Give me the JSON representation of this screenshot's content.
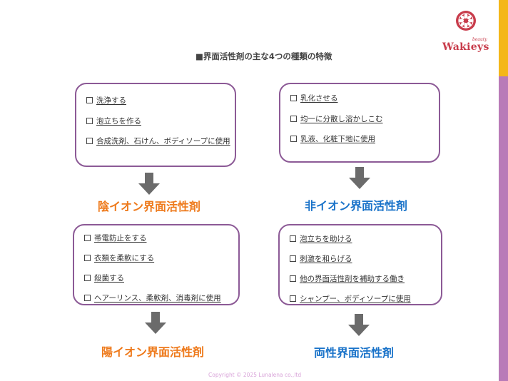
{
  "brand": {
    "small_text": "beauty",
    "name": "Wakieys"
  },
  "title": "■界面活性剤の主な4つの種類の特徴",
  "cards": [
    {
      "items": [
        "洗浄する",
        "泡立ちを作る",
        "合成洗剤、石けん、ボディソープに使用"
      ],
      "label": "陰イオン界面活性剤"
    },
    {
      "items": [
        "乳化させる",
        "均一に分散し溶かしこむ",
        "乳液、化粧下地に使用"
      ],
      "label": "非イオン界面活性剤"
    },
    {
      "items": [
        "帯電防止をする",
        "衣類を柔軟にする",
        "殺菌する",
        "ヘアーリンス、柔軟剤、消毒剤に使用"
      ],
      "label": "陽イオン界面活性剤"
    },
    {
      "items": [
        "泡立ちを助ける",
        "刺激を和らげる",
        "他の界面活性剤を補助する働き",
        "シャンプー、ボディソープに使用"
      ],
      "label": "両性界面活性剤"
    }
  ],
  "colors": {
    "accent_orange": "#ee7a1c",
    "accent_blue": "#1a73c9",
    "card_border": "#8c5a96",
    "side_yellow": "#f4b719",
    "side_purple": "#b97bb8"
  },
  "copyright": "Copyright © 2025 Lunalena co.,ltd"
}
